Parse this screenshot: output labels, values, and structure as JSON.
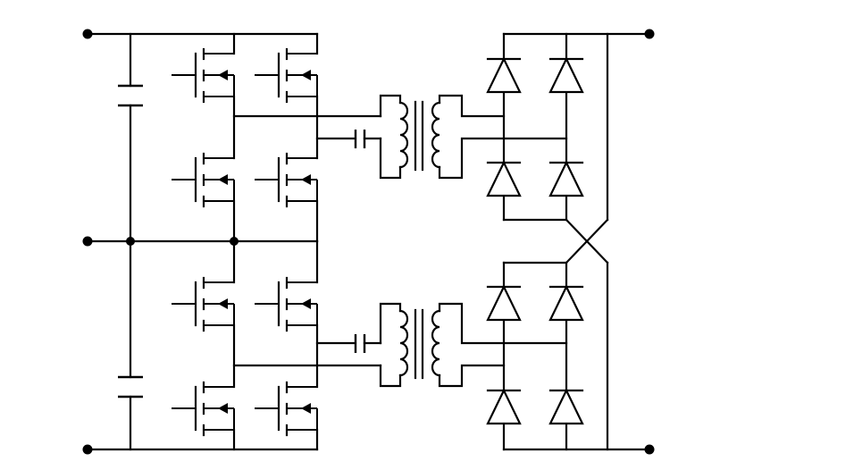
{
  "diagram": {
    "line_color": "#000000",
    "background": "#ffffff",
    "components": {
      "mosfets": 8,
      "capacitors_input": 2,
      "capacitors_series": 2,
      "transformers": 2,
      "diodes": 8
    }
  }
}
